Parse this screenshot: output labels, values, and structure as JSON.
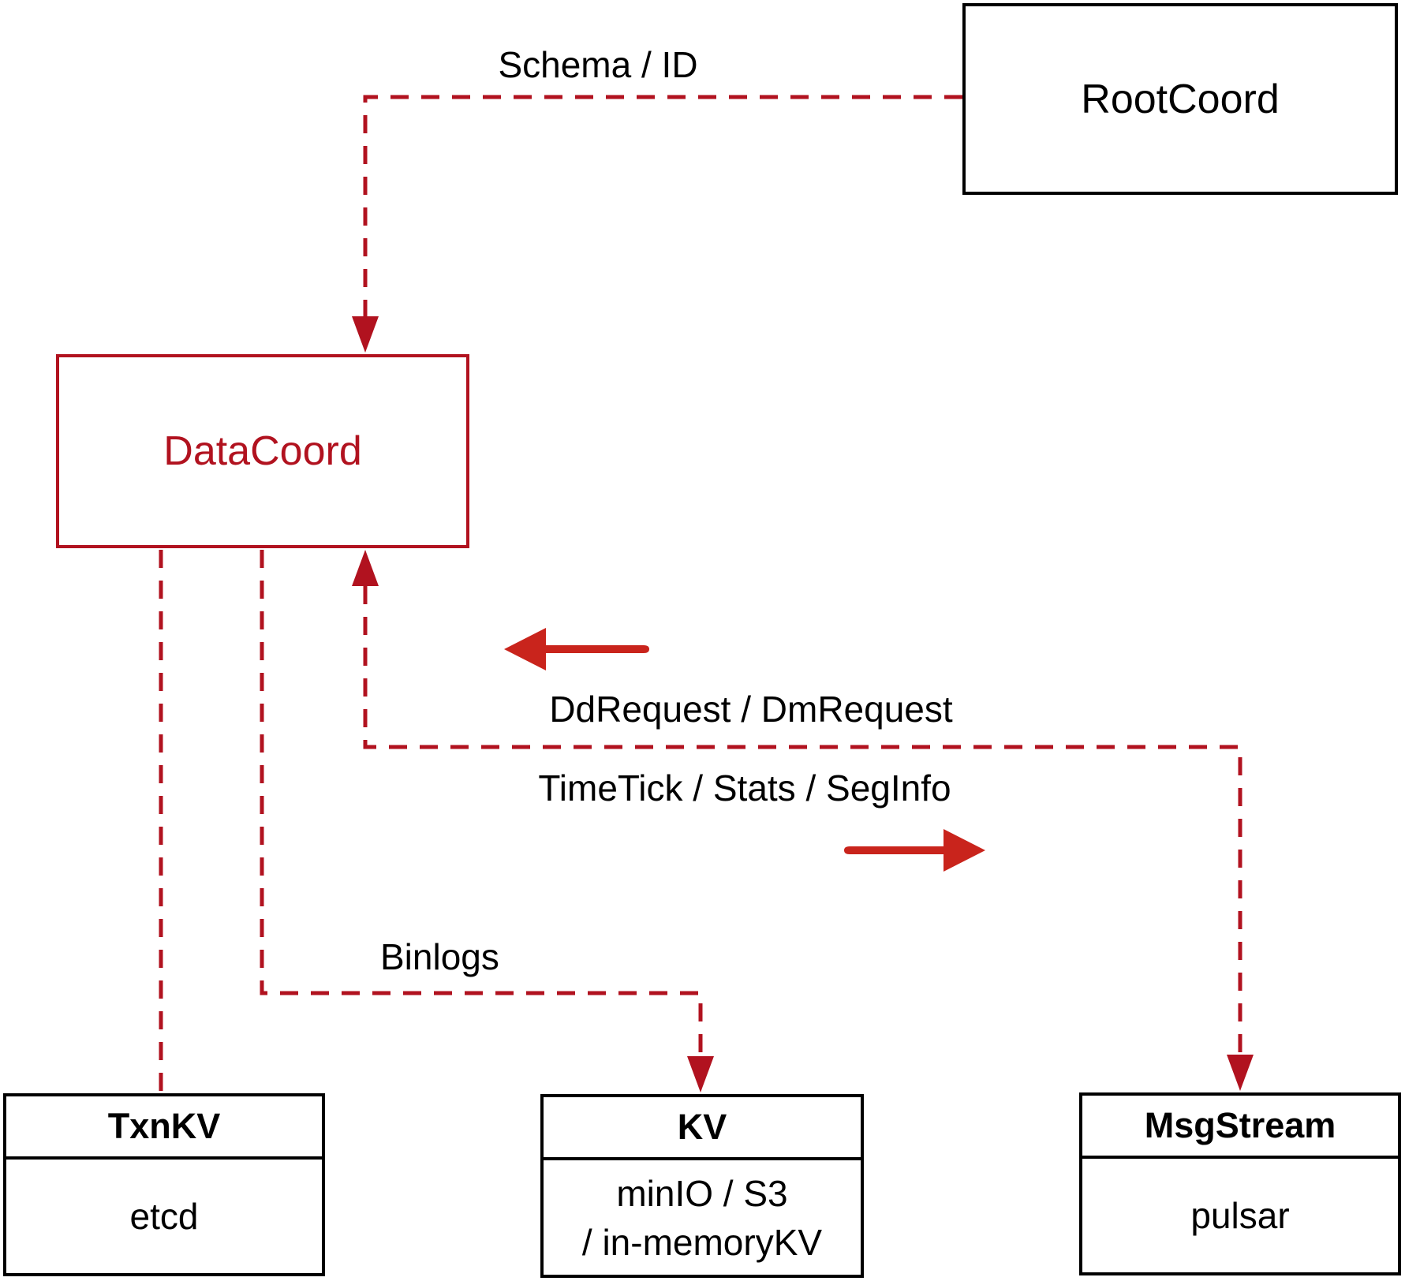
{
  "diagram": {
    "title_semantic": "DataCoord component interaction diagram",
    "colors": {
      "connector_red": "#b1121f",
      "arrow_red": "#c9241c",
      "box_black": "#000000",
      "background": "#ffffff"
    },
    "nodes": {
      "root_coord": {
        "label": "RootCoord"
      },
      "data_coord": {
        "label": "DataCoord"
      },
      "txn_kv": {
        "title": "TxnKV",
        "subtitle": "etcd"
      },
      "kv": {
        "title": "KV",
        "subtitle_line1": "minIO / S3",
        "subtitle_line2": "/ in-memoryKV"
      },
      "msg_stream": {
        "title": "MsgStream",
        "subtitle": "pulsar"
      }
    },
    "edge_labels": {
      "schema_id": "Schema / ID",
      "dd_dm_request": "DdRequest / DmRequest",
      "timetick_stats_seginfo": "TimeTick / Stats / SegInfo",
      "binlogs": "Binlogs"
    }
  }
}
